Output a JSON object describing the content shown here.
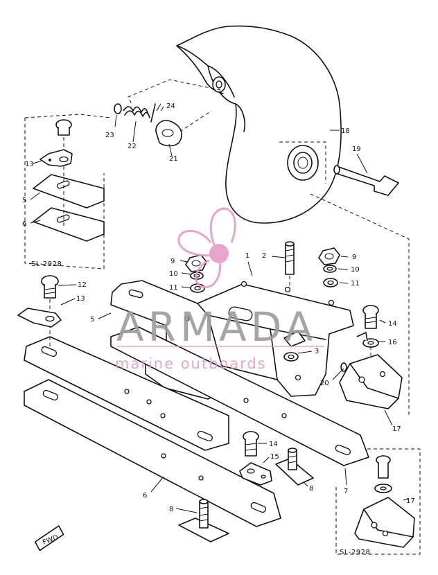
{
  "diagram": {
    "boxes": [
      {
        "label": "SL-2928"
      },
      {
        "label": "SL-2928"
      }
    ],
    "callouts": [
      {
        "id": "c18",
        "text": "18"
      },
      {
        "id": "c19",
        "text": "19"
      },
      {
        "id": "c24",
        "text": "24"
      },
      {
        "id": "c23",
        "text": "23"
      },
      {
        "id": "c22",
        "text": "22"
      },
      {
        "id": "c21",
        "text": "21"
      },
      {
        "id": "c13a",
        "text": "13"
      },
      {
        "id": "c5a",
        "text": "5"
      },
      {
        "id": "c6a",
        "text": "6"
      },
      {
        "id": "c9a",
        "text": "9"
      },
      {
        "id": "c10a",
        "text": "10"
      },
      {
        "id": "c11a",
        "text": "11"
      },
      {
        "id": "c1",
        "text": "1"
      },
      {
        "id": "c2",
        "text": "2"
      },
      {
        "id": "c9b",
        "text": "9"
      },
      {
        "id": "c10b",
        "text": "10"
      },
      {
        "id": "c11b",
        "text": "11"
      },
      {
        "id": "c12",
        "text": "12"
      },
      {
        "id": "c13b",
        "text": "13"
      },
      {
        "id": "c5b",
        "text": "5"
      },
      {
        "id": "c14a",
        "text": "14"
      },
      {
        "id": "c16",
        "text": "16"
      },
      {
        "id": "c3",
        "text": "3"
      },
      {
        "id": "c20",
        "text": "20"
      },
      {
        "id": "c17a",
        "text": "17"
      },
      {
        "id": "c14b",
        "text": "14"
      },
      {
        "id": "c15",
        "text": "15"
      },
      {
        "id": "c8a",
        "text": "8"
      },
      {
        "id": "c7",
        "text": "7"
      },
      {
        "id": "c6b",
        "text": "6"
      },
      {
        "id": "c8b",
        "text": "8"
      },
      {
        "id": "c17b",
        "text": "17"
      }
    ],
    "fwd_mark": "FWD"
  },
  "watermark": {
    "brand": "ARMADA",
    "tagline": "marine outboards",
    "colors": {
      "pink": "#e79bc4",
      "grey": "#9c9c9c"
    }
  }
}
